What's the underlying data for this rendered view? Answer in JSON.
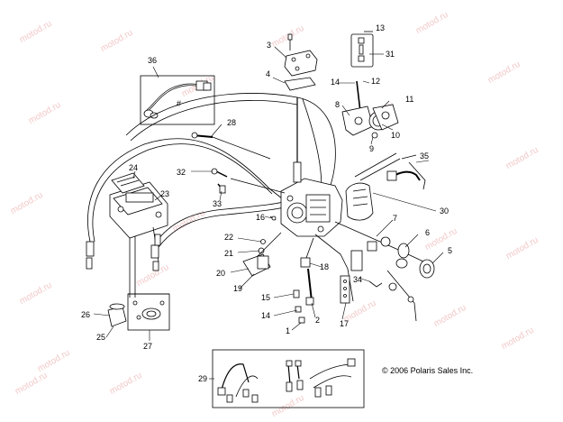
{
  "watermark": "motod.ru",
  "copyright": "© 2006 Polaris Sales Inc.",
  "hash_mark": "#",
  "callouts": {
    "c1": "1",
    "c2": "2",
    "c3": "3",
    "c4": "4",
    "c5": "5",
    "c6": "6",
    "c7": "7",
    "c8": "8",
    "c9": "9",
    "c10": "10",
    "c11": "11",
    "c12": "12",
    "c13": "13",
    "c14a": "14",
    "c14b": "14",
    "c15": "15",
    "c16": "16",
    "c17": "17",
    "c18": "18",
    "c19": "19",
    "c20": "20",
    "c21": "21",
    "c22": "22",
    "c23": "23",
    "c24": "24",
    "c25": "25",
    "c26": "26",
    "c27": "27",
    "c28": "28",
    "c29": "29",
    "c30": "30",
    "c31": "31",
    "c32": "32",
    "c33": "33",
    "c34": "34",
    "c35": "35",
    "c36": "36"
  }
}
